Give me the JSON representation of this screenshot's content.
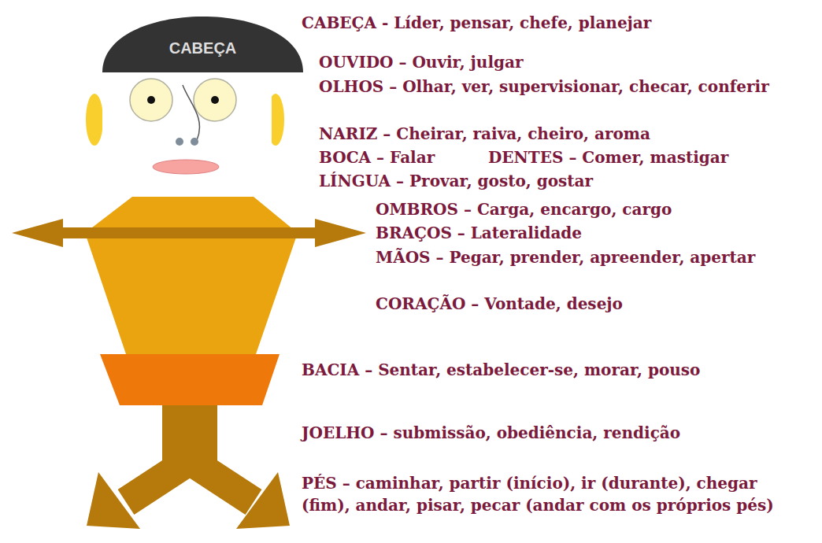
{
  "diagram": {
    "nodes": [
      {
        "text": [
          "CABEÇA"
        ]
      }
    ],
    "labels": [
      "CABEÇA - Líder, pensar, chefe, planejar",
      "OUVIDO – Ouvir, julgar",
      "OLHOS – Olhar, ver, supervisionar, checar, conferir",
      "NARIZ – Cheirar, raiva, cheiro, aroma",
      "BOCA – Falar",
      "DENTES – Comer, mastigar",
      "LÍNGUA – Provar, gosto, gostar",
      "OMBROS – Carga, encargo, cargo",
      "BRAÇOS – Lateralidade",
      "MÃOS – Pegar, prender, apreender, apertar",
      "CORAÇÃO – Vontade, desejo",
      "BACIA – Sentar, estabelecer-se, morar, pouso",
      "JOELHO – submissão, obediência, rendição",
      "PÉS – caminhar, partir (início), ir (durante), chegar (fim), andar, pisar, pecar (andar com os próprios pés)"
    ]
  }
}
